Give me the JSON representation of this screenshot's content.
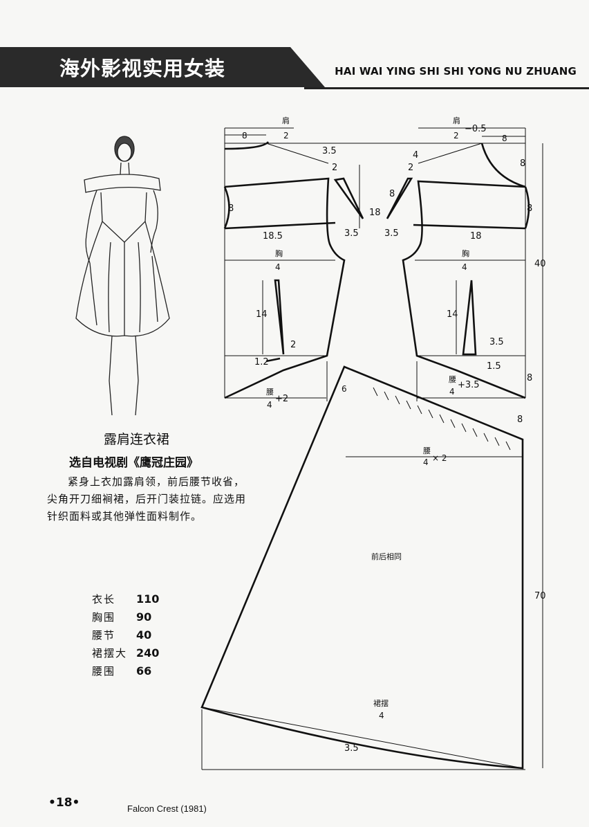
{
  "header": {
    "title_cn": "海外影视实用女装",
    "title_en": "HAI WAI YING SHI SHI YONG NU ZHUANG"
  },
  "garment": {
    "title": "露肩连衣裙",
    "source": "选自电视剧《鹰冠庄园》",
    "description": "紧身上衣加露肩领，前后腰节收省，尖角开刀细裥裙，后开门装拉链。应选用针织面料或其他弹性面料制作。"
  },
  "measurements": [
    {
      "label": "衣长",
      "value": "110"
    },
    {
      "label": "胸围",
      "value": "90"
    },
    {
      "label": "腰节",
      "value": "40"
    },
    {
      "label": "裙摆大",
      "value": "240"
    },
    {
      "label": "腰围",
      "value": "66"
    }
  ],
  "pattern_labels": {
    "shoulder": "肩",
    "two": "2",
    "four": "4",
    "minus_05": "−0.5",
    "eight": "8",
    "d35": "3.5",
    "d18": "18",
    "d185": "18.5",
    "chest": "胸",
    "d40": "40",
    "d14": "14",
    "d12": "1.2",
    "d15": "1.5",
    "waist": "腰",
    "plus2": "+2",
    "plus35": "+3.5",
    "six": "6",
    "times2": "× 2",
    "same": "前后相同",
    "d70": "70",
    "hem": "裙摆"
  },
  "page_number": "•18•",
  "caption": "Falcon Crest (1981)"
}
